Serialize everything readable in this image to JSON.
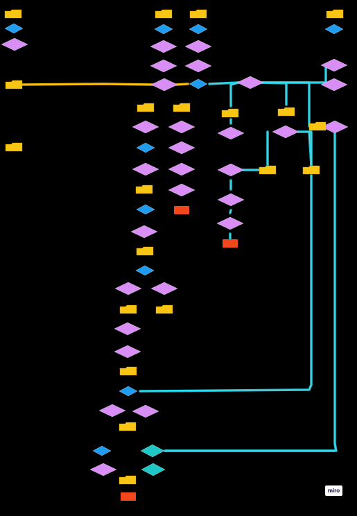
{
  "board": {
    "background": "#000000",
    "colors": {
      "folder": "#f9c515",
      "decision_blue": "#1f9cf0",
      "decision_pink": "#d98ef5",
      "decision_teal": "#1fc7c7",
      "terminal": "#f2461d",
      "connector_cyan": "#1bcfe3",
      "connector_orange": "#f4b400"
    },
    "badge_text": "miro",
    "nodes": [
      {
        "id": "f1",
        "shape": "folder",
        "text": ""
      },
      {
        "id": "b1",
        "shape": "diamond_blue",
        "text": ""
      },
      {
        "id": "p1",
        "shape": "diamond_pink",
        "text": ""
      },
      {
        "id": "f2",
        "shape": "folder",
        "text": ""
      },
      {
        "id": "f3",
        "shape": "folder",
        "text": ""
      },
      {
        "id": "f4",
        "shape": "folder",
        "text": ""
      },
      {
        "id": "f5",
        "shape": "folder",
        "text": ""
      },
      {
        "id": "f6",
        "shape": "folder",
        "text": ""
      },
      {
        "id": "f7",
        "shape": "folder",
        "text": ""
      },
      {
        "id": "b2",
        "shape": "diamond_blue",
        "text": ""
      },
      {
        "id": "b3",
        "shape": "diamond_blue",
        "text": ""
      },
      {
        "id": "b4",
        "shape": "diamond_blue",
        "text": ""
      },
      {
        "id": "p2",
        "shape": "diamond_pink",
        "text": ""
      },
      {
        "id": "p3",
        "shape": "diamond_pink",
        "text": ""
      },
      {
        "id": "p4",
        "shape": "diamond_pink",
        "text": ""
      },
      {
        "id": "p5",
        "shape": "diamond_pink",
        "text": ""
      },
      {
        "id": "p6",
        "shape": "diamond_pink",
        "text": ""
      },
      {
        "id": "p7",
        "shape": "diamond_pink",
        "text": ""
      },
      {
        "id": "p8",
        "shape": "diamond_pink",
        "text": ""
      },
      {
        "id": "b5",
        "shape": "diamond_blue",
        "text": ""
      },
      {
        "id": "p9",
        "shape": "diamond_pink",
        "text": ""
      },
      {
        "id": "f8",
        "shape": "folder",
        "text": ""
      },
      {
        "id": "f9",
        "shape": "folder",
        "text": ""
      },
      {
        "id": "f10",
        "shape": "folder",
        "text": ""
      },
      {
        "id": "f11",
        "shape": "folder",
        "text": ""
      },
      {
        "id": "p10",
        "shape": "diamond_pink",
        "text": ""
      },
      {
        "id": "b6",
        "shape": "diamond_blue",
        "text": ""
      },
      {
        "id": "p11",
        "shape": "diamond_pink",
        "text": ""
      },
      {
        "id": "p12",
        "shape": "diamond_pink",
        "text": ""
      },
      {
        "id": "p13",
        "shape": "diamond_pink",
        "text": ""
      },
      {
        "id": "p14",
        "shape": "diamond_pink",
        "text": ""
      },
      {
        "id": "p15",
        "shape": "diamond_pink",
        "text": ""
      },
      {
        "id": "p16",
        "shape": "diamond_pink",
        "text": ""
      },
      {
        "id": "p17",
        "shape": "diamond_pink",
        "text": ""
      },
      {
        "id": "p18",
        "shape": "diamond_pink",
        "text": ""
      },
      {
        "id": "f12",
        "shape": "folder",
        "text": ""
      },
      {
        "id": "f13",
        "shape": "folder",
        "text": ""
      },
      {
        "id": "f14",
        "shape": "folder",
        "text": ""
      },
      {
        "id": "p19",
        "shape": "diamond_pink",
        "text": ""
      },
      {
        "id": "p20",
        "shape": "diamond_pink",
        "text": ""
      },
      {
        "id": "p21",
        "shape": "diamond_pink",
        "text": ""
      },
      {
        "id": "p22",
        "shape": "diamond_pink",
        "text": ""
      },
      {
        "id": "t1",
        "shape": "terminal",
        "text": ""
      },
      {
        "id": "f15",
        "shape": "folder",
        "text": ""
      },
      {
        "id": "b7",
        "shape": "diamond_blue",
        "text": ""
      },
      {
        "id": "p23",
        "shape": "diamond_pink",
        "text": ""
      },
      {
        "id": "p24",
        "shape": "diamond_pink",
        "text": ""
      },
      {
        "id": "f16",
        "shape": "folder",
        "text": ""
      },
      {
        "id": "p25",
        "shape": "diamond_pink",
        "text": ""
      },
      {
        "id": "t2",
        "shape": "terminal",
        "text": ""
      },
      {
        "id": "f17",
        "shape": "folder",
        "text": ""
      },
      {
        "id": "b8",
        "shape": "diamond_blue",
        "text": ""
      },
      {
        "id": "p26",
        "shape": "diamond_pink",
        "text": ""
      },
      {
        "id": "p27",
        "shape": "diamond_pink",
        "text": ""
      },
      {
        "id": "f18",
        "shape": "folder",
        "text": ""
      },
      {
        "id": "f19",
        "shape": "folder",
        "text": ""
      },
      {
        "id": "p28",
        "shape": "diamond_pink",
        "text": ""
      },
      {
        "id": "p29",
        "shape": "diamond_pink",
        "text": ""
      },
      {
        "id": "f20",
        "shape": "folder",
        "text": ""
      },
      {
        "id": "b9",
        "shape": "diamond_blue",
        "text": ""
      },
      {
        "id": "p30",
        "shape": "diamond_pink",
        "text": ""
      },
      {
        "id": "p31",
        "shape": "diamond_pink",
        "text": ""
      },
      {
        "id": "f21",
        "shape": "folder",
        "text": ""
      },
      {
        "id": "b10",
        "shape": "diamond_blue",
        "text": ""
      },
      {
        "id": "p32",
        "shape": "diamond_pink",
        "text": ""
      },
      {
        "id": "tl1",
        "shape": "diamond_teal",
        "text": ""
      },
      {
        "id": "tl2",
        "shape": "diamond_teal",
        "text": ""
      },
      {
        "id": "f22",
        "shape": "folder",
        "text": ""
      },
      {
        "id": "t3",
        "shape": "terminal",
        "text": ""
      }
    ],
    "edges": [
      {
        "from": "f2",
        "to": "p4",
        "color": "orange"
      },
      {
        "from": "p4",
        "to": "b4",
        "color": "orange"
      },
      {
        "from": "b4",
        "to": "p9",
        "color": "cyan"
      },
      {
        "from": "p9",
        "to": "p7",
        "color": "cyan"
      },
      {
        "from": "p9",
        "to": "f11",
        "color": "cyan"
      },
      {
        "from": "p9",
        "to": "f10",
        "color": "cyan"
      },
      {
        "from": "p9",
        "to": "f12",
        "color": "cyan"
      },
      {
        "from": "f12",
        "to": "p11",
        "color": "cyan"
      },
      {
        "from": "f12",
        "to": "p19",
        "color": "cyan"
      },
      {
        "from": "p19",
        "to": "f13",
        "color": "cyan"
      },
      {
        "from": "p19",
        "to": "p21",
        "color": "cyan"
      },
      {
        "from": "p21",
        "to": "p22",
        "color": "cyan"
      },
      {
        "from": "p22",
        "to": "t1",
        "color": "cyan"
      },
      {
        "from": "f10",
        "to": "p13",
        "color": "cyan"
      },
      {
        "from": "p13",
        "to": "f13",
        "color": "cyan"
      },
      {
        "from": "p13",
        "to": "f14",
        "color": "cyan"
      },
      {
        "from": "f14",
        "to": "b9",
        "color": "cyan"
      },
      {
        "from": "p11",
        "to": "tl1",
        "color": "cyan"
      }
    ]
  }
}
